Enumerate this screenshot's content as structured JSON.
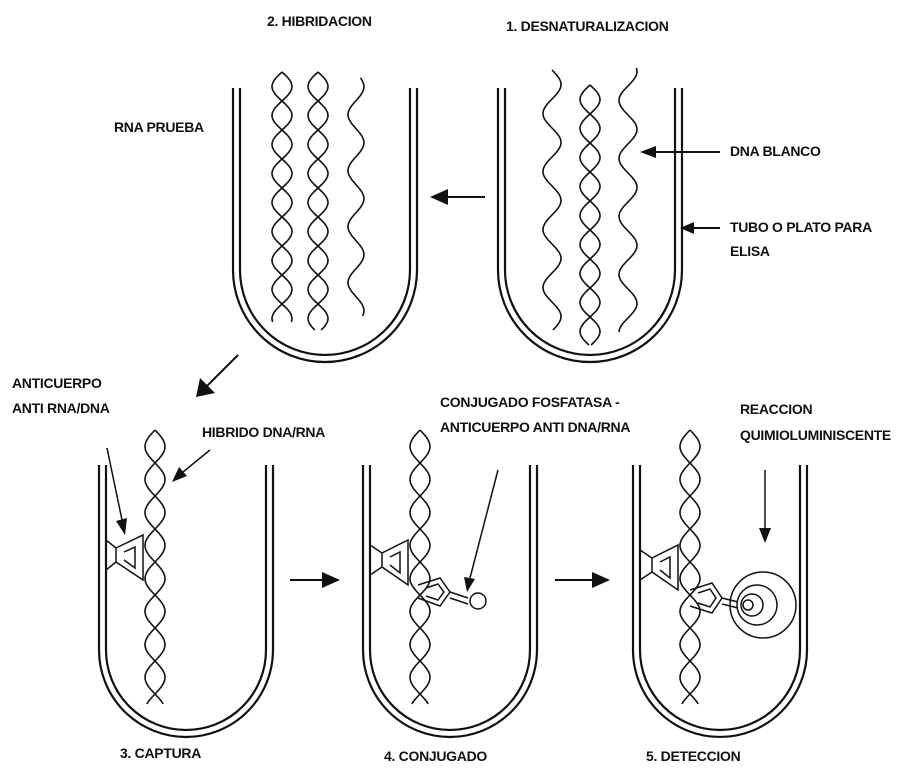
{
  "steps": {
    "s1": "1. DESNATURALIZACION",
    "s2": "2. HIBRIDACION",
    "s3": "3. CAPTURA",
    "s4": "4. CONJUGADO",
    "s5": "5. DETECCION"
  },
  "labels": {
    "rna_probe": "RNA PRUEBA",
    "dna_target": "DNA BLANCO",
    "tube_line1": "TUBO O PLATO PARA",
    "tube_line2": "ELISA",
    "antibody_line1": "ANTICUERPO",
    "antibody_line2": "ANTI RNA/DNA",
    "hybrid": "HIBRIDO DNA/RNA",
    "conjugate_line1": "CONJUGADO FOSFATASA -",
    "conjugate_line2": "ANTICUERPO ANTI DNA/RNA",
    "reaction_line1": "REACCION",
    "reaction_line2": "QUIMIOLUMINISCENTE"
  }
}
